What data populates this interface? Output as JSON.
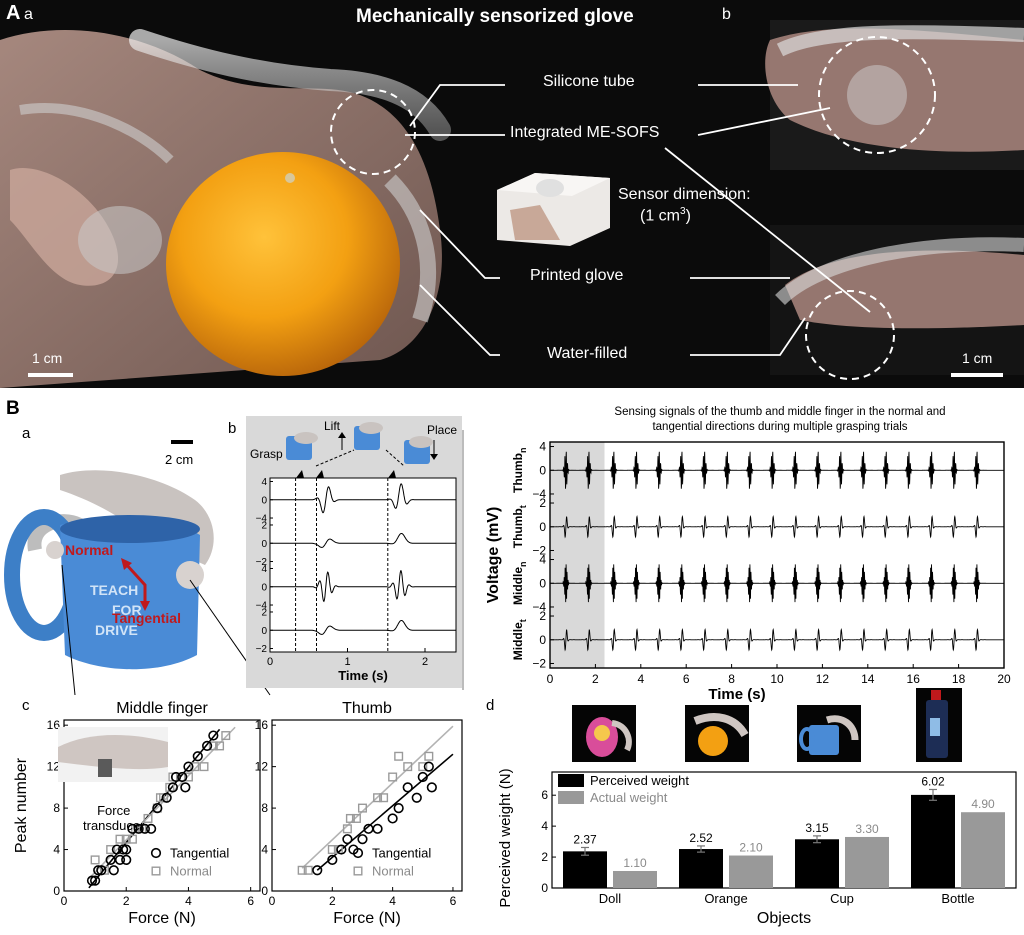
{
  "panelA": {
    "letter": "A",
    "sub_a": "a",
    "sub_b": "b",
    "title": "Mechanically sensorized glove",
    "callouts": {
      "silicone": "Silicone tube",
      "mesofs": "Integrated ME-SOFS",
      "sensor_dim_1": "Sensor dimension:",
      "sensor_dim_2": "(1 cm",
      "sensor_dim_sup": "3",
      "sensor_dim_3": ")",
      "printed": "Printed glove",
      "water": "Water-filled"
    },
    "scale_left": "1 cm",
    "scale_right": "1 cm"
  },
  "panelB": {
    "letter": "B",
    "sub_a": "a",
    "sub_b": "b",
    "sub_c": "c",
    "sub_d": "d",
    "scale": "2 cm",
    "normal": "Normal",
    "tangential": "Tangential",
    "mug_text": [
      "TEACH",
      "FOR",
      "DRIVE"
    ],
    "grasp": "Grasp",
    "lift": "Lift",
    "place": "Place",
    "force_transducer_1": "Force",
    "force_transducer_2": "transducer"
  },
  "chart_data": [
    {
      "type": "line",
      "id": "inset-b",
      "xlabel": "Time (s)",
      "xlim": [
        0,
        2.4
      ],
      "xticks": [
        0,
        1,
        2
      ],
      "rows": [
        {
          "yticks": [
            4,
            0,
            -4
          ]
        },
        {
          "yticks": [
            2,
            0,
            -2
          ]
        },
        {
          "yticks": [
            4,
            0,
            -4
          ]
        },
        {
          "yticks": [
            2,
            0,
            -2
          ]
        }
      ],
      "events_s": [
        0.33,
        0.6,
        1.52
      ]
    },
    {
      "type": "line",
      "id": "signals",
      "title_1": "Sensing signals of the thumb and middle finger in the normal and",
      "title_2": "tangential directions during multiple grasping trials",
      "xlabel": "Time (s)",
      "ylabel": "Voltage (mV)",
      "xlim": [
        0,
        20
      ],
      "xticks": [
        0,
        2,
        4,
        6,
        8,
        10,
        12,
        14,
        16,
        18,
        20
      ],
      "shaded_x": [
        0,
        2.4
      ],
      "rows": [
        {
          "base": "Thumb",
          "sub": "n",
          "yticks": [
            4,
            0,
            -4
          ]
        },
        {
          "base": "Thumb",
          "sub": "t",
          "yticks": [
            2,
            0,
            -2
          ]
        },
        {
          "base": "Middle",
          "sub": "n",
          "yticks": [
            4,
            0,
            -4
          ]
        },
        {
          "base": "Middle",
          "sub": "t",
          "yticks": [
            2,
            0,
            -2
          ]
        }
      ]
    },
    {
      "type": "scatter",
      "id": "middle-finger",
      "title": "Middle finger",
      "xlabel": "Force (N)",
      "ylabel": "Peak number",
      "xlim": [
        0,
        6.3
      ],
      "ylim": [
        0,
        16.5
      ],
      "xticks": [
        0,
        2,
        4,
        6
      ],
      "yticks": [
        0,
        4,
        8,
        12,
        16
      ],
      "series": [
        {
          "name": "Tangential",
          "color": "#000000",
          "marker": "circle",
          "points": [
            [
              0.9,
              1
            ],
            [
              1.0,
              1
            ],
            [
              1.1,
              2
            ],
            [
              1.2,
              2
            ],
            [
              1.5,
              3
            ],
            [
              1.6,
              2
            ],
            [
              1.7,
              4
            ],
            [
              1.8,
              3
            ],
            [
              1.9,
              4
            ],
            [
              2.0,
              3
            ],
            [
              2.0,
              4
            ],
            [
              2.2,
              6
            ],
            [
              2.4,
              6
            ],
            [
              2.6,
              6
            ],
            [
              2.8,
              6
            ],
            [
              3.0,
              8
            ],
            [
              3.3,
              9
            ],
            [
              3.5,
              10
            ],
            [
              3.6,
              11
            ],
            [
              3.8,
              11
            ],
            [
              3.9,
              10
            ],
            [
              4.0,
              12
            ],
            [
              4.3,
              13
            ],
            [
              4.6,
              14
            ],
            [
              4.8,
              15
            ]
          ]
        },
        {
          "name": "Normal",
          "color": "#9a9a9a",
          "marker": "square",
          "points": [
            [
              1.0,
              3
            ],
            [
              1.3,
              2
            ],
            [
              1.5,
              4
            ],
            [
              1.8,
              5
            ],
            [
              2.0,
              5
            ],
            [
              2.2,
              5
            ],
            [
              2.3,
              6
            ],
            [
              2.5,
              6
            ],
            [
              2.7,
              7
            ],
            [
              3.0,
              8
            ],
            [
              3.1,
              9
            ],
            [
              3.2,
              9
            ],
            [
              3.4,
              10
            ],
            [
              3.5,
              11
            ],
            [
              3.6,
              11
            ],
            [
              3.8,
              11
            ],
            [
              4.0,
              11
            ],
            [
              4.2,
              12
            ],
            [
              4.5,
              12
            ],
            [
              4.8,
              14
            ],
            [
              5.0,
              14
            ],
            [
              5.2,
              15
            ]
          ]
        }
      ],
      "fit_lines": [
        {
          "color": "#000000",
          "from": [
            0.8,
            0.3
          ],
          "to": [
            5.0,
            15.6
          ]
        },
        {
          "color": "#b3b3b3",
          "from": [
            0.8,
            1.2
          ],
          "to": [
            5.5,
            15.8
          ]
        }
      ]
    },
    {
      "type": "scatter",
      "id": "thumb",
      "title": "Thumb",
      "xlabel": "Force (N)",
      "ylim": [
        0,
        16.5
      ],
      "xlim": [
        0,
        6.3
      ],
      "xticks": [
        0,
        2,
        4,
        6
      ],
      "yticks": [
        0,
        4,
        8,
        12,
        16
      ],
      "series": [
        {
          "name": "Tangential",
          "color": "#000000",
          "marker": "circle",
          "points": [
            [
              1.5,
              2
            ],
            [
              2.0,
              3
            ],
            [
              2.3,
              4
            ],
            [
              2.5,
              5
            ],
            [
              2.7,
              4
            ],
            [
              3.0,
              5
            ],
            [
              3.2,
              6
            ],
            [
              3.5,
              6
            ],
            [
              4.0,
              7
            ],
            [
              4.2,
              8
            ],
            [
              4.5,
              10
            ],
            [
              4.8,
              9
            ],
            [
              5.0,
              11
            ],
            [
              5.2,
              12
            ],
            [
              5.3,
              10
            ]
          ]
        },
        {
          "name": "Normal",
          "color": "#9a9a9a",
          "marker": "square",
          "points": [
            [
              1.0,
              2
            ],
            [
              1.2,
              2
            ],
            [
              2.0,
              4
            ],
            [
              2.2,
              4
            ],
            [
              2.5,
              6
            ],
            [
              2.6,
              7
            ],
            [
              2.8,
              7
            ],
            [
              3.0,
              8
            ],
            [
              3.5,
              9
            ],
            [
              3.7,
              9
            ],
            [
              4.0,
              11
            ],
            [
              4.2,
              13
            ],
            [
              4.5,
              12
            ],
            [
              5.0,
              12
            ],
            [
              5.2,
              13
            ]
          ]
        }
      ],
      "fit_lines": [
        {
          "color": "#000000",
          "from": [
            1.5,
            2.0
          ],
          "to": [
            6.0,
            13.2
          ]
        },
        {
          "color": "#b3b3b3",
          "from": [
            1.0,
            2.2
          ],
          "to": [
            6.0,
            15.9
          ]
        }
      ]
    },
    {
      "type": "bar",
      "id": "weights",
      "xlabel": "Objects",
      "ylabel": "Perceived weight (N)",
      "categories": [
        "Doll",
        "Orange",
        "Cup",
        "Bottle"
      ],
      "ylim": [
        0,
        7.5
      ],
      "yticks": [
        0,
        2,
        4,
        6
      ],
      "series": [
        {
          "name": "Perceived weight",
          "color": "#000000",
          "values": [
            2.37,
            2.52,
            3.15,
            6.02
          ],
          "labels": [
            "2.37",
            "2.52",
            "3.15",
            "6.02"
          ],
          "errors": [
            0.25,
            0.2,
            0.22,
            0.35
          ]
        },
        {
          "name": "Actual weight",
          "color": "#999999",
          "values": [
            1.1,
            2.1,
            3.3,
            4.9
          ],
          "labels": [
            "1.10",
            "2.10",
            "3.30",
            "4.90"
          ]
        }
      ],
      "legend_position": "top-left"
    }
  ]
}
